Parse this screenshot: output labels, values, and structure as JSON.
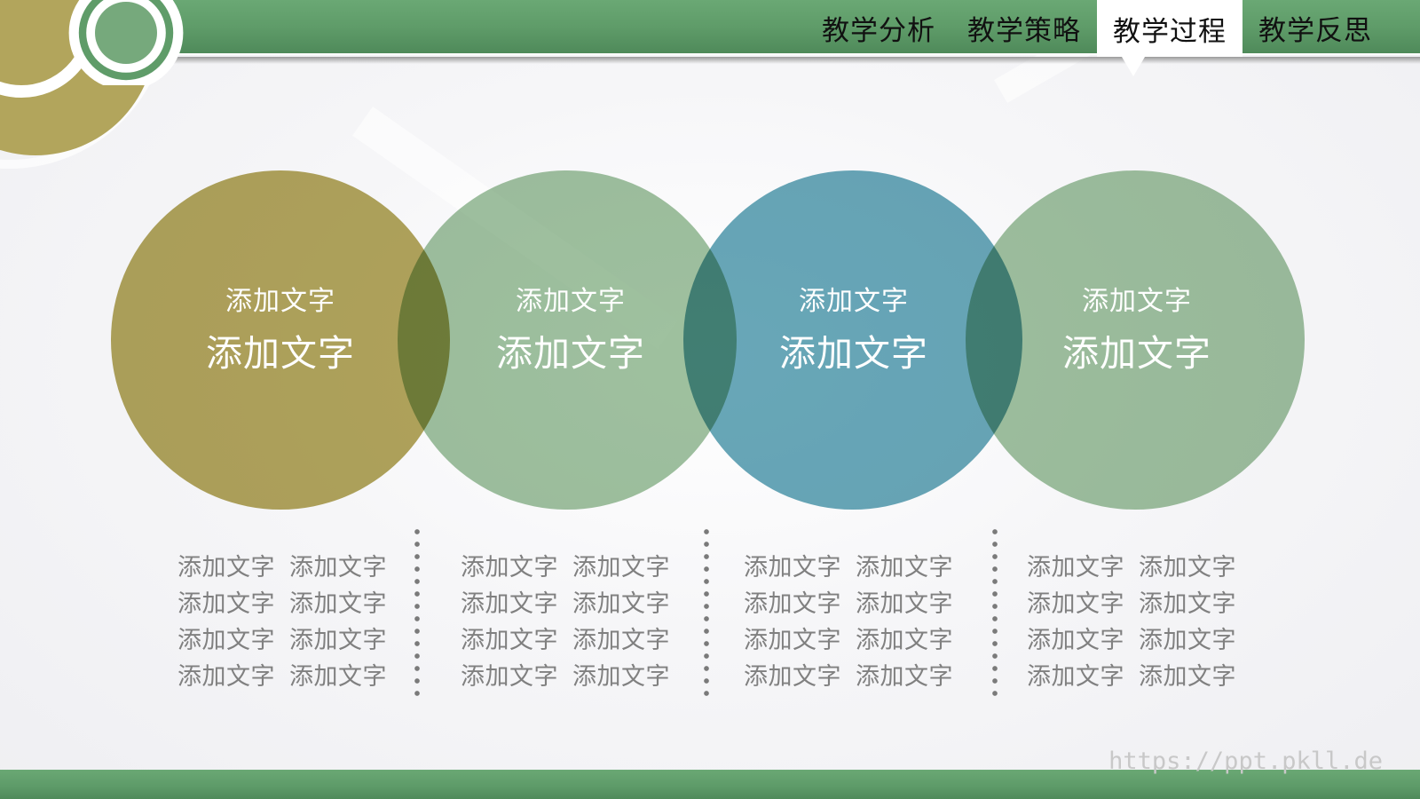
{
  "nav": {
    "tabs": [
      {
        "label": "教学分析",
        "active": false
      },
      {
        "label": "教学策略",
        "active": false
      },
      {
        "label": "教学过程",
        "active": true
      },
      {
        "label": "教学反思",
        "active": false
      }
    ]
  },
  "colors": {
    "header_green": "#5f9c69",
    "gold": "#b2a55c",
    "sage": "#9fc19f",
    "teal": "#68a7b8",
    "body_text": "#808080"
  },
  "circles": [
    {
      "title_small": "添加文字",
      "title_big": "添加文字",
      "color": "#b2a55c"
    },
    {
      "title_small": "添加文字",
      "title_big": "添加文字",
      "color": "#9fc19f"
    },
    {
      "title_small": "添加文字",
      "title_big": "添加文字",
      "color": "#68a7b8"
    },
    {
      "title_small": "添加文字",
      "title_big": "添加文字",
      "color": "#9fc19f"
    }
  ],
  "columns": [
    {
      "rows": [
        [
          "添加文字",
          "添加文字"
        ],
        [
          "添加文字",
          "添加文字"
        ],
        [
          "添加文字",
          "添加文字"
        ],
        [
          "添加文字",
          "添加文字"
        ]
      ]
    },
    {
      "rows": [
        [
          "添加文字",
          "添加文字"
        ],
        [
          "添加文字",
          "添加文字"
        ],
        [
          "添加文字",
          "添加文字"
        ],
        [
          "添加文字",
          "添加文字"
        ]
      ]
    },
    {
      "rows": [
        [
          "添加文字",
          "添加文字"
        ],
        [
          "添加文字",
          "添加文字"
        ],
        [
          "添加文字",
          "添加文字"
        ],
        [
          "添加文字",
          "添加文字"
        ]
      ]
    },
    {
      "rows": [
        [
          "添加文字",
          "添加文字"
        ],
        [
          "添加文字",
          "添加文字"
        ],
        [
          "添加文字",
          "添加文字"
        ],
        [
          "添加文字",
          "添加文字"
        ]
      ]
    }
  ],
  "footer": {
    "watermark": "https://ppt.pkll.de"
  }
}
